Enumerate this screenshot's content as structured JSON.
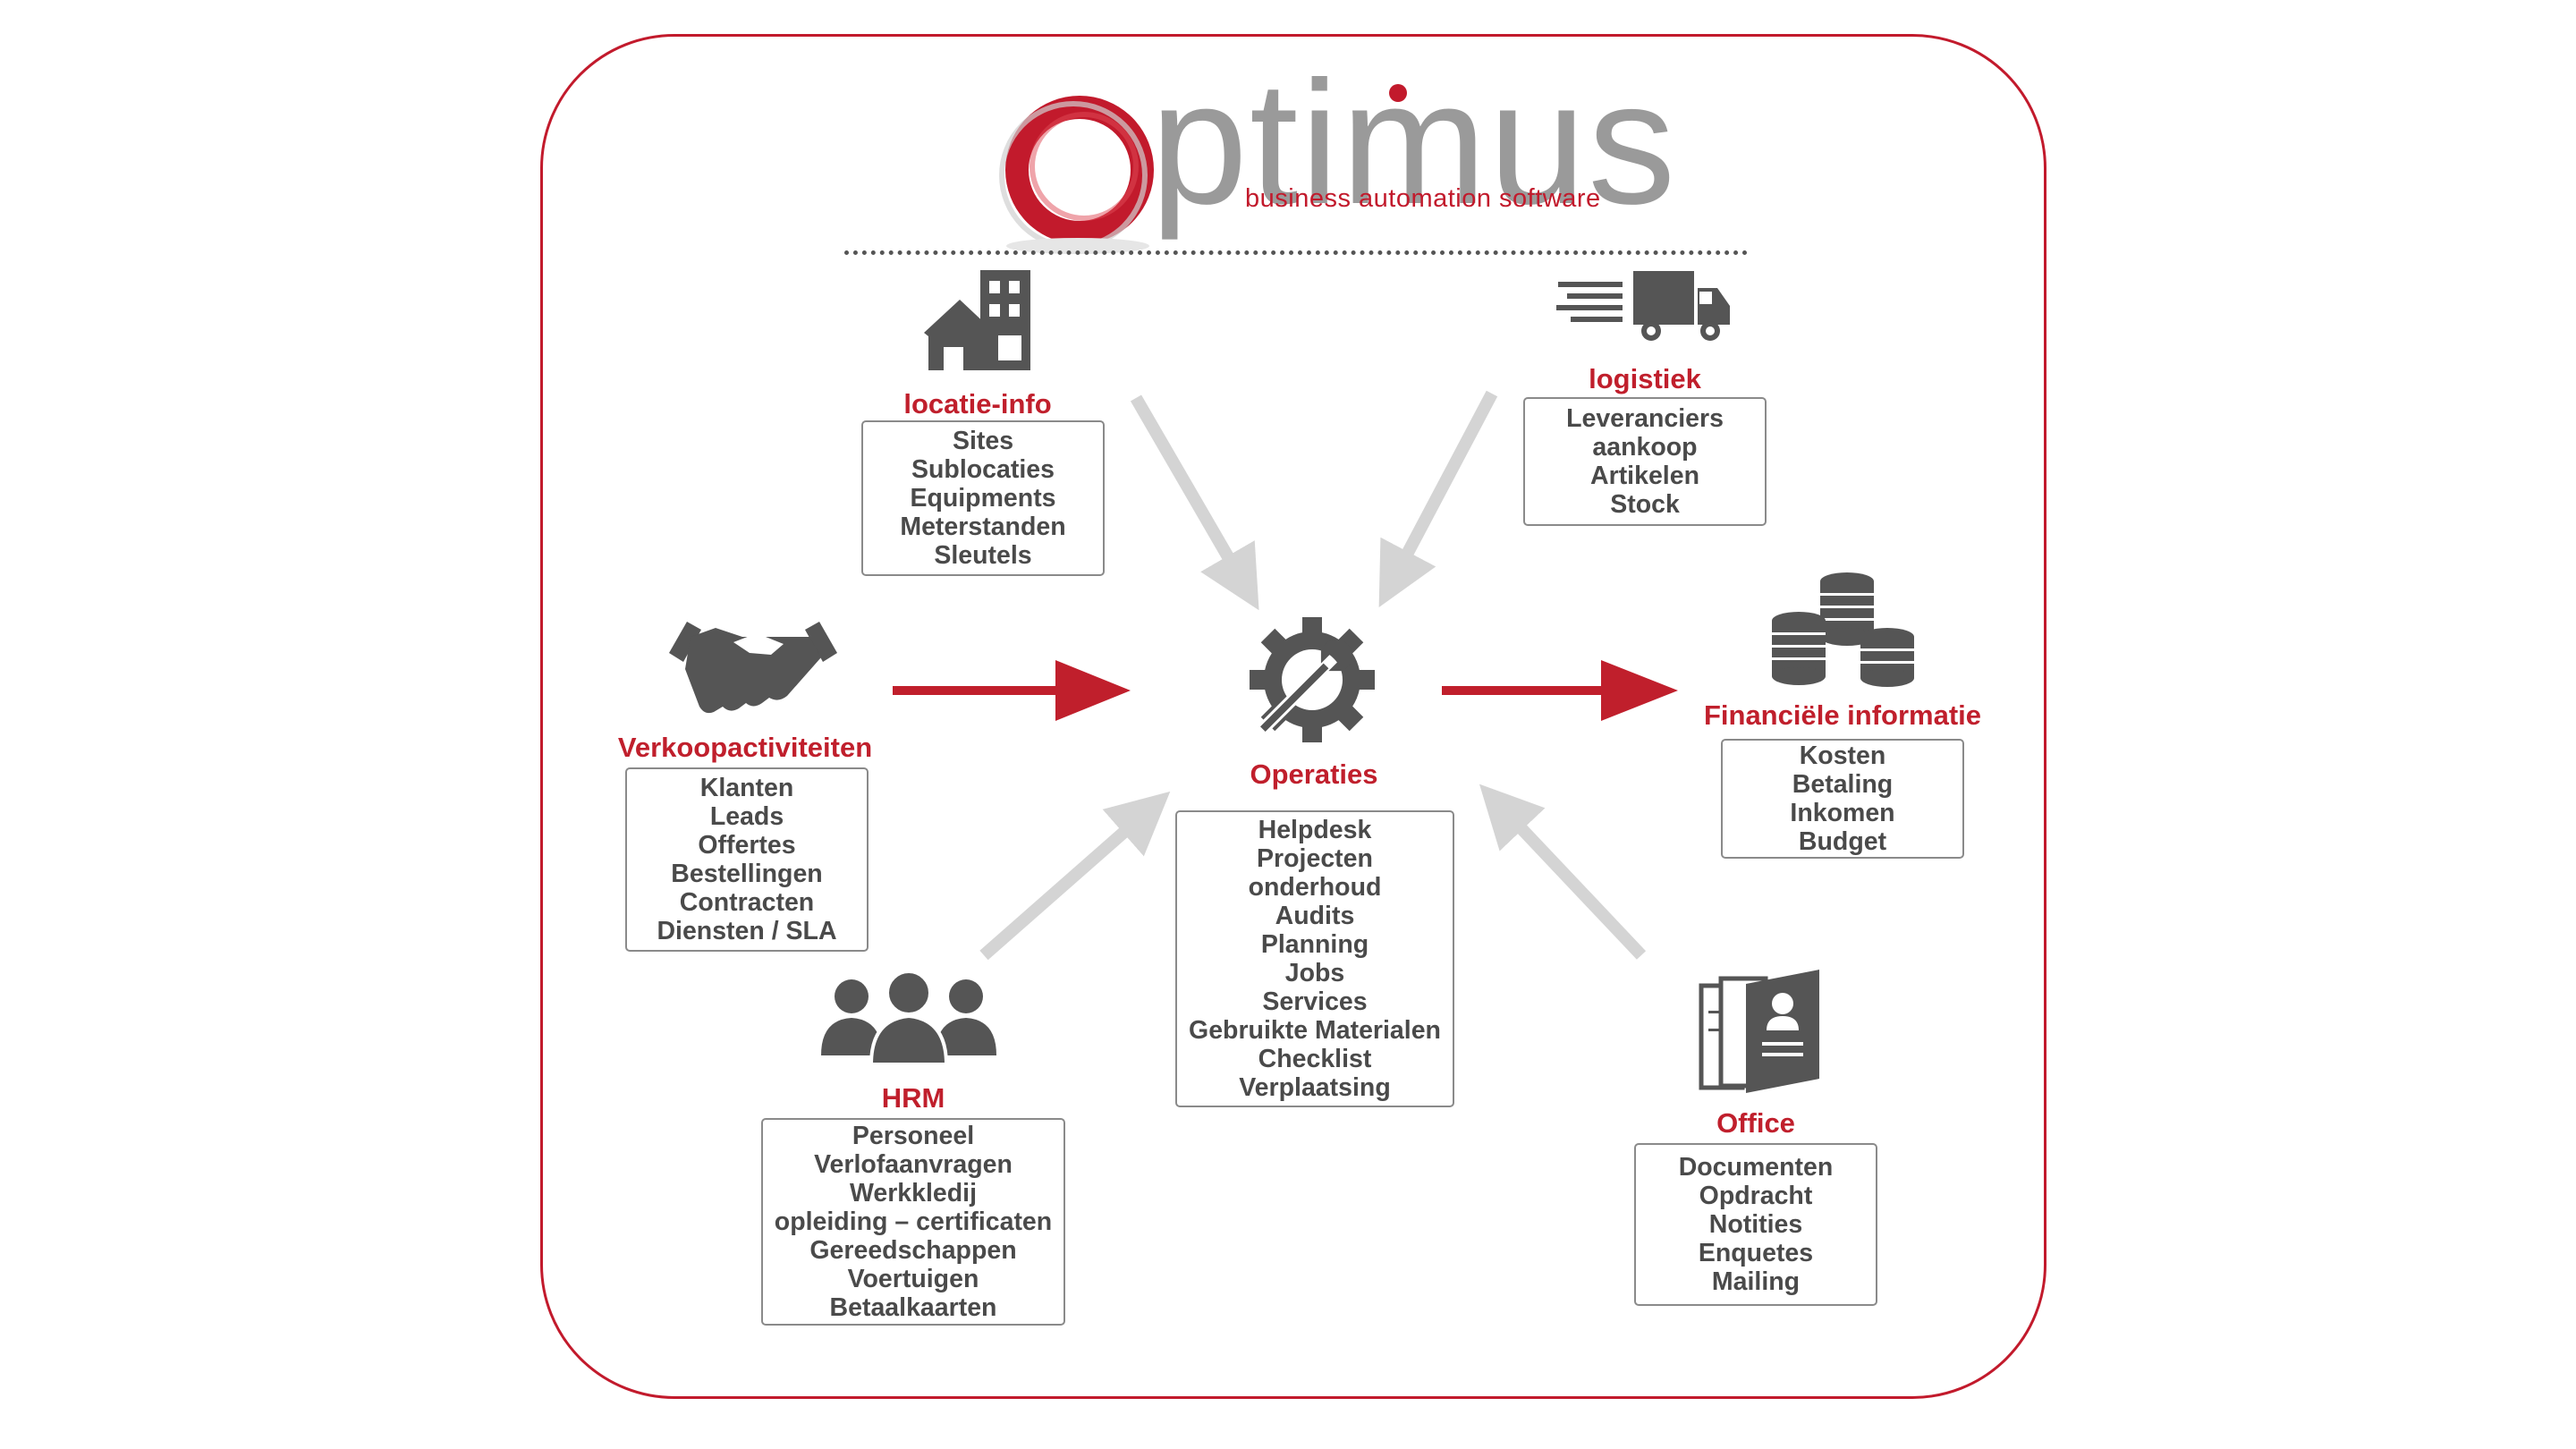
{
  "logo": {
    "word": "ptimus",
    "tagline": "business automation software",
    "brand_color": "#c21a2c",
    "gray_color": "#9a9a9a"
  },
  "nodes": {
    "locatie": {
      "title": "locatie-info",
      "icon": "buildings-icon",
      "items": [
        "Sites",
        "Sublocaties",
        "Equipments",
        "Meterstanden",
        "Sleutels"
      ]
    },
    "logistiek": {
      "title": "logistiek",
      "icon": "delivery-truck-icon",
      "items": [
        "Leveranciers",
        "aankoop",
        "Artikelen",
        "Stock"
      ]
    },
    "verkoop": {
      "title": "Verkoopactiviteiten",
      "icon": "handshake-icon",
      "items": [
        "Klanten",
        "Leads",
        "Offertes",
        "Bestellingen",
        "Contracten",
        "Diensten / SLA"
      ]
    },
    "operaties": {
      "title": "Operaties",
      "icon": "gear-wrench-icon",
      "items": [
        "Helpdesk",
        "Projecten",
        "onderhoud",
        "Audits",
        "Planning",
        "Jobs",
        "Services",
        "Gebruikte Materialen",
        "Checklist",
        "Verplaatsing"
      ]
    },
    "financieel": {
      "title": "Financiële informatie",
      "icon": "coin-stacks-icon",
      "items": [
        "Kosten",
        "Betaling",
        "Inkomen",
        "Budget"
      ]
    },
    "hrm": {
      "title": "HRM",
      "icon": "people-group-icon",
      "items": [
        "Personeel",
        "Verlofaanvragen",
        "Werkkledij",
        "opleiding – certificaten",
        "Gereedschappen",
        "Voertuigen",
        "Betaalkaarten"
      ]
    },
    "office": {
      "title": "Office",
      "icon": "documents-icon",
      "items": [
        "Documenten",
        "Opdracht",
        "Notities",
        "Enquetes",
        "Mailing"
      ]
    }
  },
  "colors": {
    "accent_red": "#c01f2c",
    "icon_gray": "#555555",
    "arrow_gray": "#d4d4d4",
    "box_border": "#8a8a8a"
  }
}
